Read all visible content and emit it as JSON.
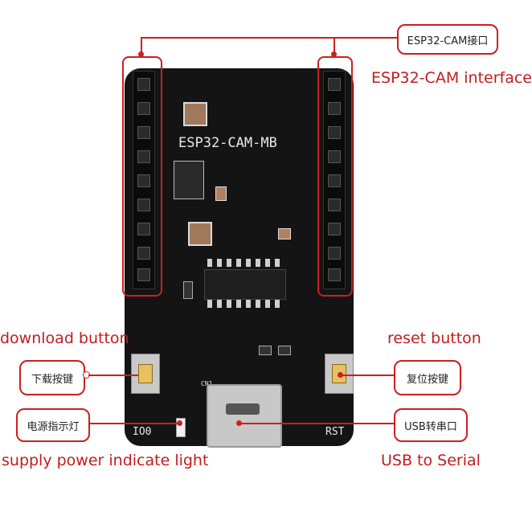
{
  "board": {
    "model_silk": "ESP32-CAM-MB",
    "io0_silk": "IO0",
    "rst_silk": "RST",
    "cn1_silk": "CN1"
  },
  "callouts": {
    "interface_cn": "ESP32-CAM接口",
    "interface_en": "ESP32-CAM interface",
    "download_cn": "下载按键",
    "download_en": "download button",
    "reset_cn": "复位按键",
    "reset_en": "reset button",
    "power_cn": "电源指示灯",
    "power_en": "supply power indicate light",
    "usb_cn": "USB转串口",
    "usb_en": "USB to Serial"
  },
  "colors": {
    "annotation_red": "#cc1f1f",
    "board_black": "#141414"
  }
}
